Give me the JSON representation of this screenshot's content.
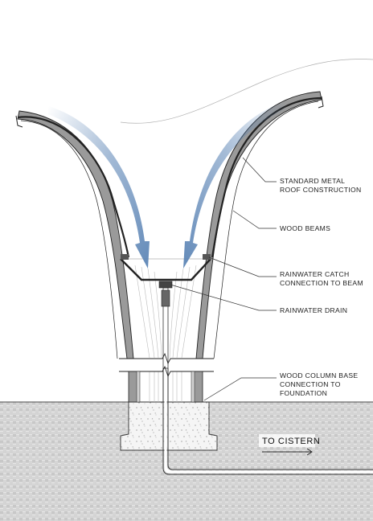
{
  "labels": {
    "roof": [
      "STANDARD METAL",
      "ROOF CONSTRUCTION"
    ],
    "beams": [
      "WOOD BEAMS"
    ],
    "catch": [
      "RAINWATER CATCH",
      "CONNECTION TO BEAM"
    ],
    "drain": [
      "RAINWATER DRAIN"
    ],
    "base": [
      "WOOD COLUMN BASE",
      "CONNECTION TO",
      "FOUNDATION"
    ],
    "cistern": "TO CISTERN"
  },
  "colors": {
    "arrow": "#5b84b5",
    "ground": "#e3e3e3",
    "concrete": "#f4f4f4",
    "beam": "#9a9a9a",
    "line": "#222222"
  }
}
